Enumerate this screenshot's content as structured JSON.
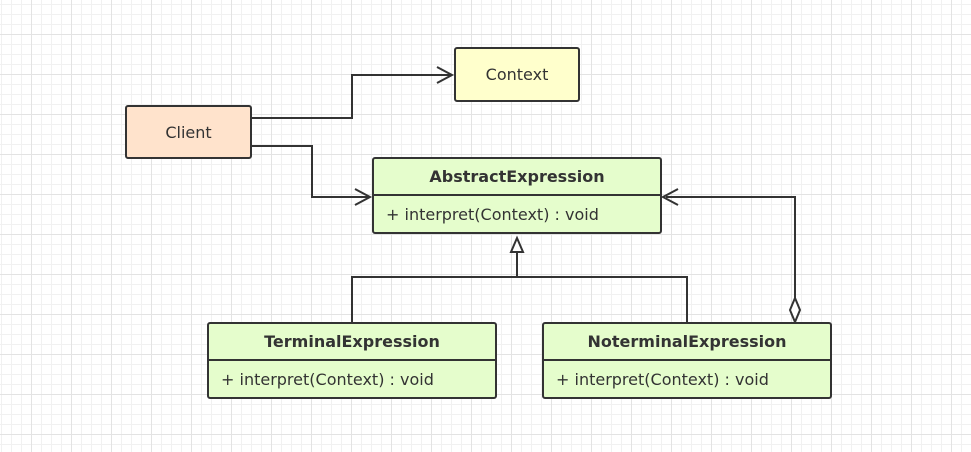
{
  "nodes": {
    "client": {
      "label": "Client",
      "fill": "#ffe3cc"
    },
    "context": {
      "label": "Context",
      "fill": "#ffffcc"
    },
    "abstract_expression": {
      "name": "AbstractExpression",
      "operation": "+ interpret(Context) : void",
      "fill": "#e5fdcc"
    },
    "terminal_expression": {
      "name": "TerminalExpression",
      "operation": "+ interpret(Context) : void",
      "fill": "#e5fdcc"
    },
    "noterminal_expression": {
      "name": "NoterminalExpression",
      "operation": "+ interpret(Context) : void",
      "fill": "#e5fdcc"
    }
  },
  "relationships": [
    {
      "from": "Client",
      "to": "Context",
      "type": "association"
    },
    {
      "from": "Client",
      "to": "AbstractExpression",
      "type": "association"
    },
    {
      "from": "TerminalExpression",
      "to": "AbstractExpression",
      "type": "generalization"
    },
    {
      "from": "NoterminalExpression",
      "to": "AbstractExpression",
      "type": "generalization"
    },
    {
      "from": "NoterminalExpression",
      "to": "AbstractExpression",
      "type": "aggregation"
    }
  ]
}
